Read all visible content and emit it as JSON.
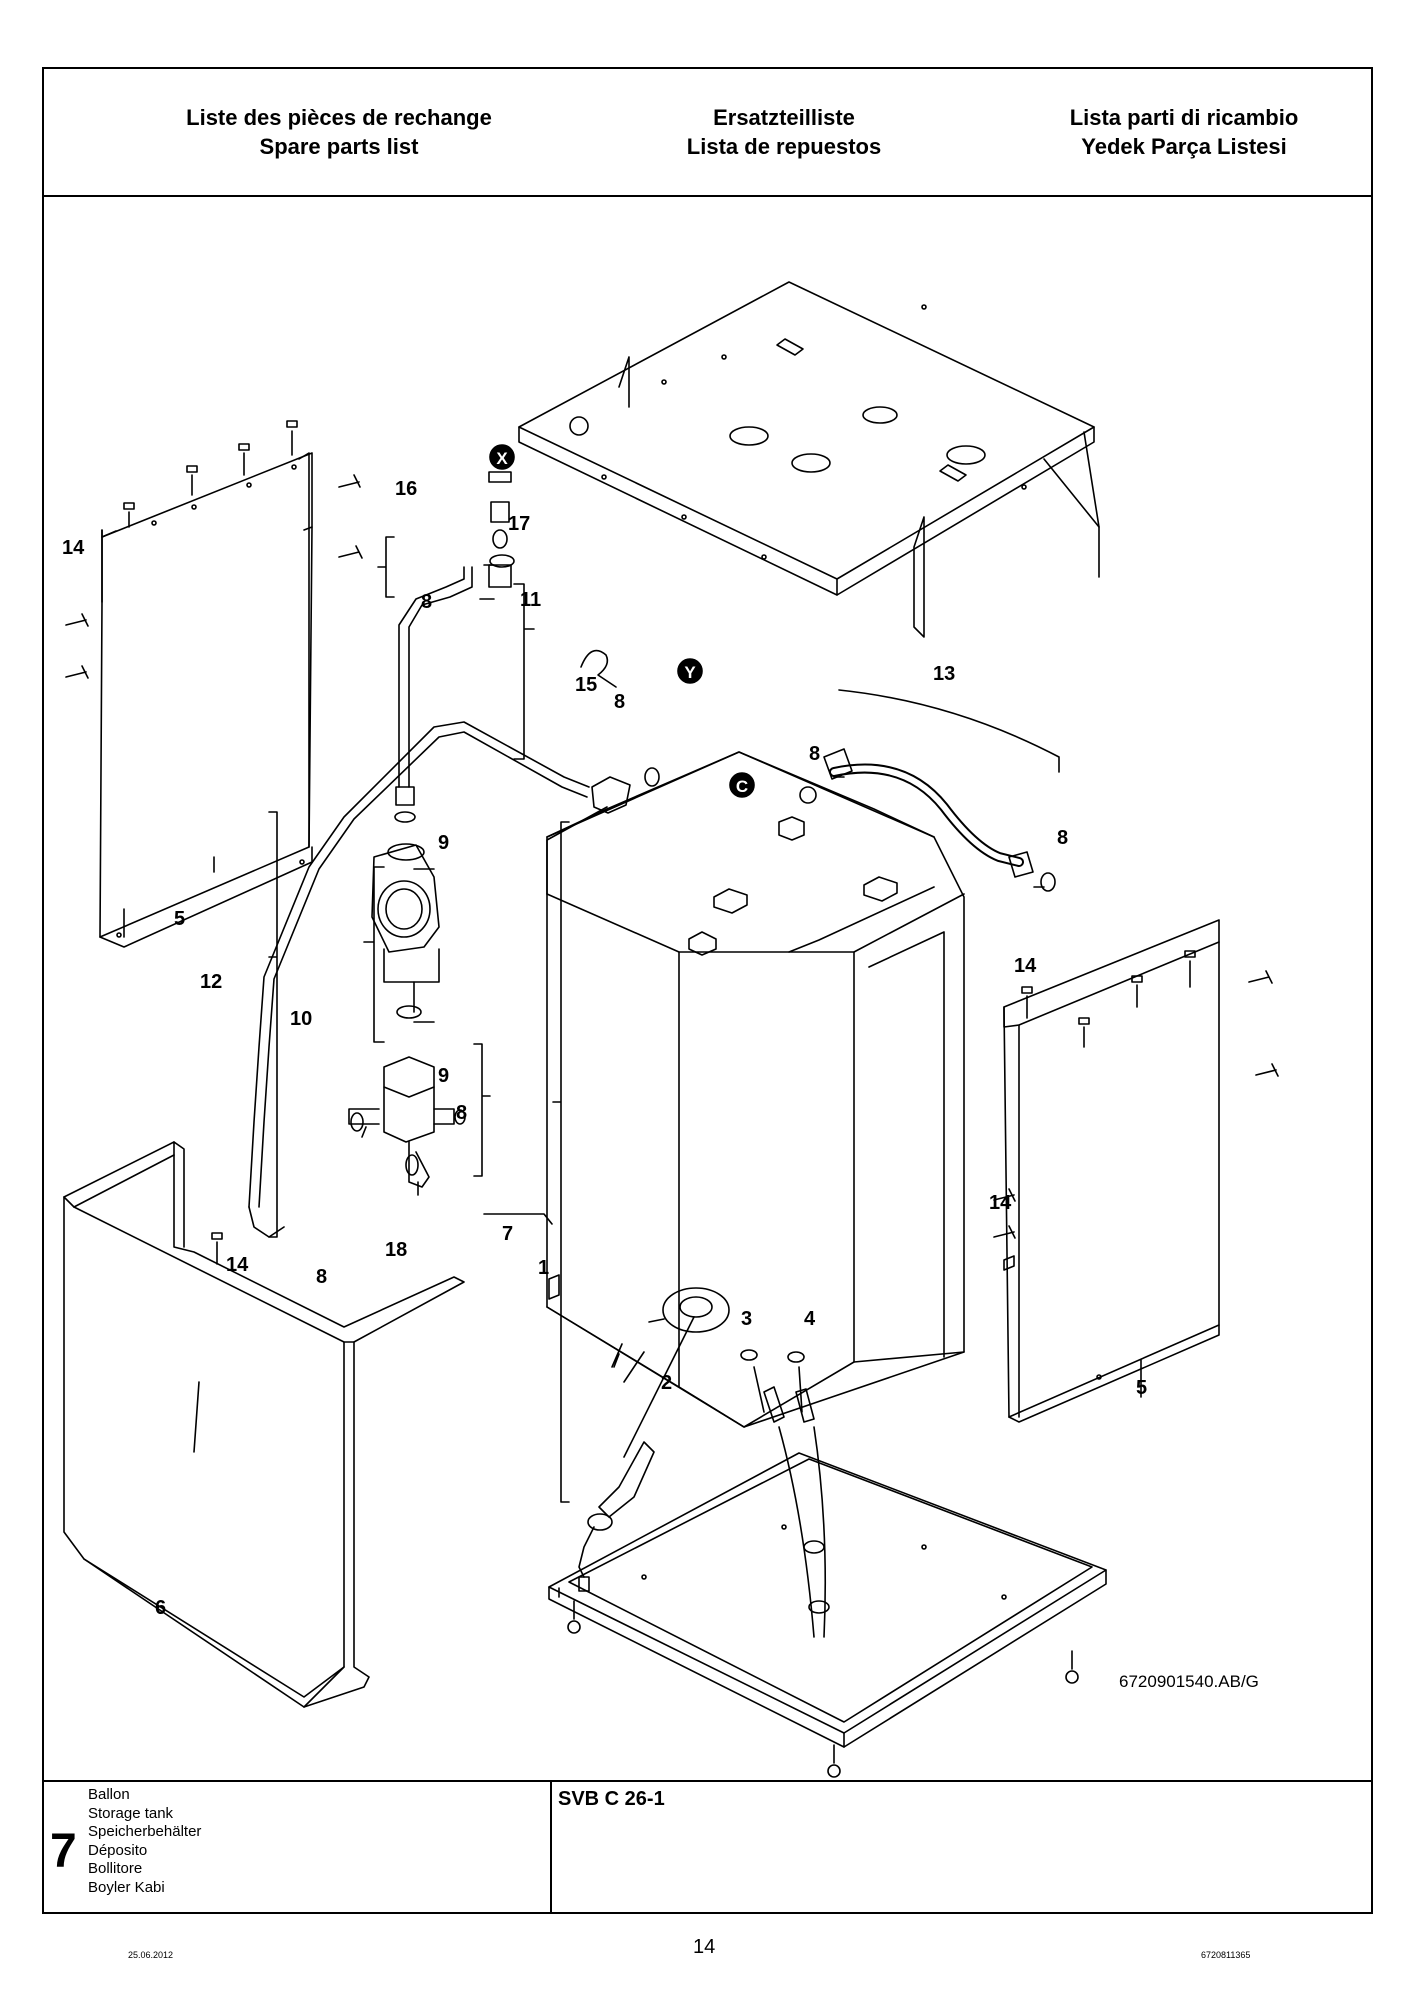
{
  "header": {
    "col_left": [
      "Liste des pièces de rechange",
      "Spare parts list"
    ],
    "col_center": [
      "Ersatzteilliste",
      "Lista de repuestos"
    ],
    "col_right": [
      "Lista parti di ricambio",
      "Yedek Parça Listesi"
    ]
  },
  "diagram": {
    "connection_labels": [
      "X",
      "Y",
      "C"
    ],
    "callouts": [
      "1",
      "2",
      "3",
      "4",
      "5",
      "5",
      "6",
      "7",
      "8",
      "8",
      "8",
      "8",
      "8",
      "8",
      "9",
      "9",
      "10",
      "11",
      "12",
      "13",
      "14",
      "14",
      "14",
      "14",
      "15",
      "16",
      "17",
      "18"
    ],
    "drawing_number": "6720901540.AB/G"
  },
  "footer": {
    "section_number": "7",
    "section_titles": [
      "Ballon",
      "Storage tank",
      "Speicherbehälter",
      "Déposito",
      "Bollitore",
      "Boyler Kabi"
    ],
    "model": "SVB C 26-1"
  },
  "page": {
    "number": "14",
    "date": "25.06.2012",
    "doc_number": "6720811365"
  }
}
